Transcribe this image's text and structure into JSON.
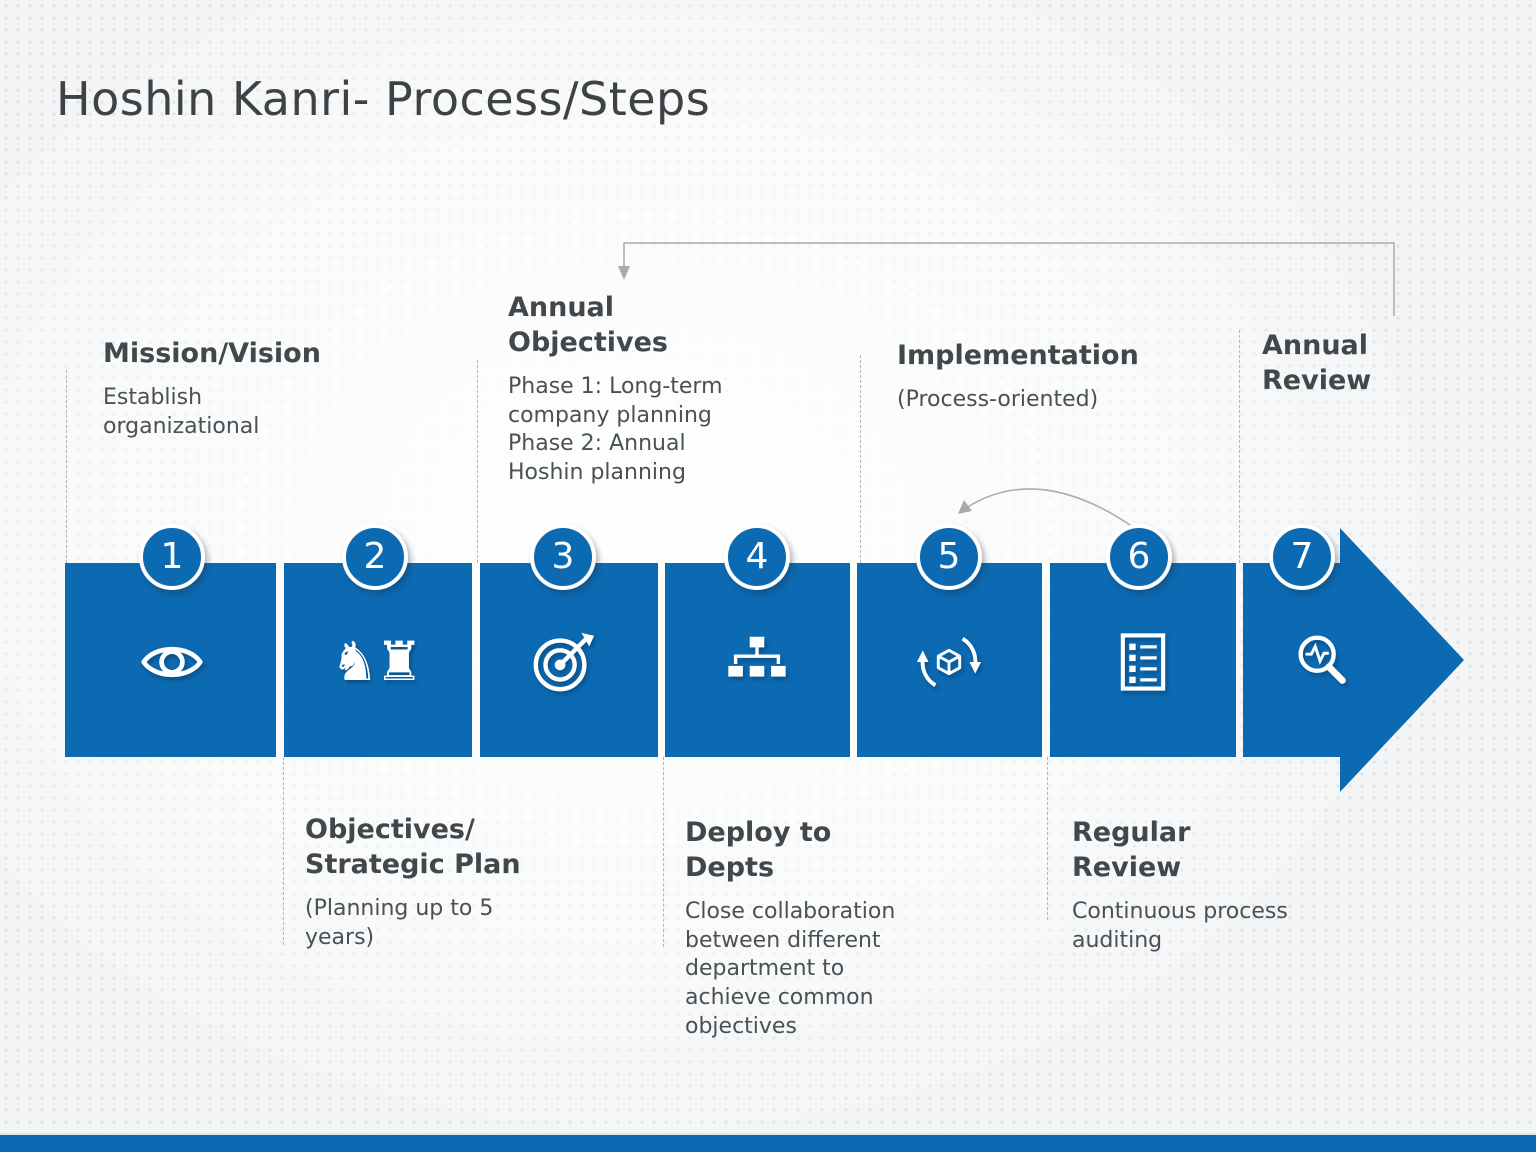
{
  "slide": {
    "title": "Hoshin Kanri- Process/Steps"
  },
  "steps": [
    {
      "number": "1",
      "heading": "Mission/Vision",
      "description": "Establish\norganizational",
      "icon": "eye-icon",
      "label_position": "top"
    },
    {
      "number": "2",
      "heading": "Objectives/\nStrategic Plan",
      "description": "(Planning up to 5\nyears)",
      "icon": "chess-strategy-icon",
      "label_position": "bottom"
    },
    {
      "number": "3",
      "heading": "Annual\nObjectives",
      "description": "Phase 1: Long-term\ncompany planning\nPhase 2: Annual\nHoshin planning",
      "icon": "target-icon",
      "label_position": "top"
    },
    {
      "number": "4",
      "heading": "Deploy to\nDepts",
      "description": "Close collaboration\nbetween different\ndepartment to\nachieve common\nobjectives",
      "icon": "org-chart-icon",
      "label_position": "bottom"
    },
    {
      "number": "5",
      "heading": "Implementation",
      "description": "(Process-oriented)",
      "icon": "process-cycle-icon",
      "label_position": "top"
    },
    {
      "number": "6",
      "heading": "Regular\nReview",
      "description": "Continuous process\nauditing",
      "icon": "checklist-icon",
      "label_position": "bottom"
    },
    {
      "number": "7",
      "heading": "Annual\nReview",
      "description": "",
      "icon": "audit-search-icon",
      "label_position": "top"
    }
  ],
  "colors": {
    "accent_blue": "#0c6ab3",
    "title_text": "#3e4245",
    "heading_text": "#41474b",
    "body_text": "#4b5054",
    "connector_gray": "#a8abae",
    "background": "#f3f5f6"
  }
}
